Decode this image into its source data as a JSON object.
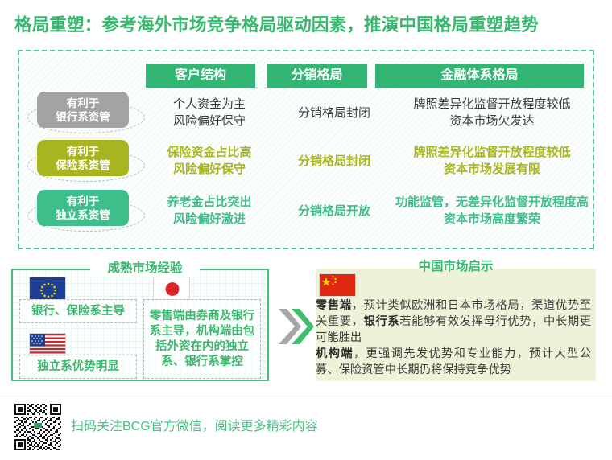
{
  "title": "格局重塑：参考海外市场竞争格局驱动因素，推演中国格局重塑趋势",
  "colors": {
    "brand_green": "#31b673",
    "olive": "#a8b520",
    "light_green": "#3fbd8a",
    "gray": "#a3a3a3",
    "right_panel_bg": "#eef2d9"
  },
  "matrix": {
    "column_headers": [
      {
        "label": "客户结构"
      },
      {
        "label": "分销格局"
      },
      {
        "label": "金融体系格局"
      }
    ],
    "rows": [
      {
        "pill": {
          "line1": "有利于",
          "line2": "银行系资管",
          "style": "gray"
        },
        "cells": [
          "个人资金为主\n风险偏好保守",
          "分销格局封闭",
          "牌照差异化监督开放程度较低\n资本市场欠发达"
        ]
      },
      {
        "pill": {
          "line1": "有利于",
          "line2": "保险系资管",
          "style": "olive"
        },
        "cells": [
          "保险资金占比高\n风险偏好保守",
          "分销格局封闭",
          "牌照差异化监督开放程度较低\n资本市场发展有限"
        ]
      },
      {
        "pill": {
          "line1": "有利于",
          "line2": "独立系资管",
          "style": "green"
        },
        "cells": [
          "养老金占比突出\n风险偏好激进",
          "分销格局开放",
          "功能监管，无差异化监督开放程度高\n资本市场高度繁荣"
        ]
      }
    ]
  },
  "left_panel": {
    "title": "成熟市场经验",
    "items": [
      {
        "flag": "eu-flag",
        "text": "银行、保险系主导"
      },
      {
        "flag": "us-flag",
        "text": "独立系优势明显"
      },
      {
        "flag": "jp-flag",
        "text": "零售端由券商及银行系主导，机构端由包括外资在内的独立系、银行系掌控"
      }
    ]
  },
  "arrow": {
    "name": "double-chevron-right"
  },
  "right_panel": {
    "title": "中国市场启示",
    "flag": "cn-flag",
    "paragraphs": [
      {
        "lead": "零售端",
        "rest_a": "，预计类似欧洲和日本市场格局，渠道优势至关重要，",
        "bold_b": "银行系",
        "rest_b": "若能够有效发挥母行优势，中长期更可能胜出"
      },
      {
        "lead": "机构端",
        "rest_a": "，更强调先发优势和专业能力，预计大型公募、保险资管中长期仍将保持竞争优势",
        "bold_b": "",
        "rest_b": ""
      }
    ]
  },
  "footer": {
    "qr_label": "qr-code",
    "text": "扫码关注BCG官方微信，阅读更多精彩内容"
  }
}
